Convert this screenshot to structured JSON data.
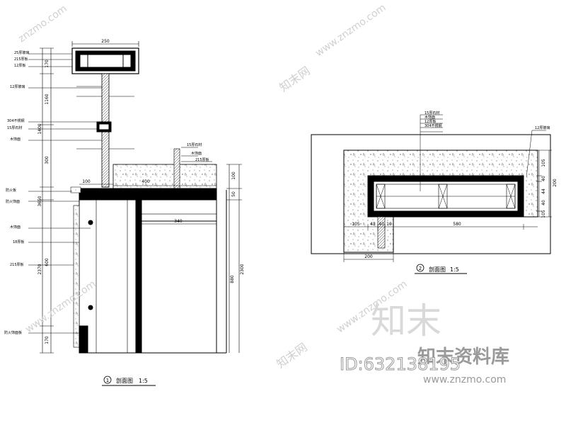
{
  "drawing": {
    "section1": {
      "dims": {
        "top_width": "250",
        "d170": "170",
        "d1160": "1160",
        "d1400": "1400",
        "d300": "300",
        "d3650": "3650",
        "d100_left": "100",
        "d400": "400",
        "d100_right": "100",
        "d50": "50",
        "d340": "340",
        "d600": "600",
        "d2370": "2370",
        "d880": "880",
        "d2300": "2300",
        "d170_bottom": "170"
      },
      "labels": {
        "l1": "25厚玻璃",
        "l2": "215厚板",
        "l3": "12厚板",
        "l4": "12厚玻璃",
        "l5": "304不锈钢",
        "l6": "15厚石材",
        "l7": "木饰面",
        "l8": "15厚石材",
        "l9": "木饰面",
        "l10": "215厚板",
        "l11": "防火板",
        "l12": "防火饰面",
        "l13": "木饰面",
        "l14": "18厚板",
        "l15": "215厚板",
        "l16": "防火饰面板"
      },
      "title_number": "1",
      "title_text": "剖面图",
      "title_scale": "1:5"
    },
    "section2": {
      "dims": {
        "d105": "105",
        "d580": "580",
        "d200": "200",
        "d43": "43",
        "d40": "40",
        "d10": "10",
        "r105": "105",
        "r40": "40",
        "r44": "44",
        "r40b": "40",
        "r105b": "105",
        "r200": "200"
      },
      "labels": {
        "l1": "15厚石材",
        "l2": "木饰面",
        "l3": "12厚板",
        "l4": "304不锈钢",
        "l5": "12厚玻璃"
      },
      "title_number": "2",
      "title_text": "剖面图",
      "title_scale": "1:5"
    },
    "watermark": {
      "logo": "知末",
      "brand": "知末资料库",
      "id": "ID:632138195",
      "url": "www.znzmo.com",
      "diag1": "znzmo.com",
      "diag2": "知末网",
      "diag3": "www.znzmo.com"
    }
  }
}
